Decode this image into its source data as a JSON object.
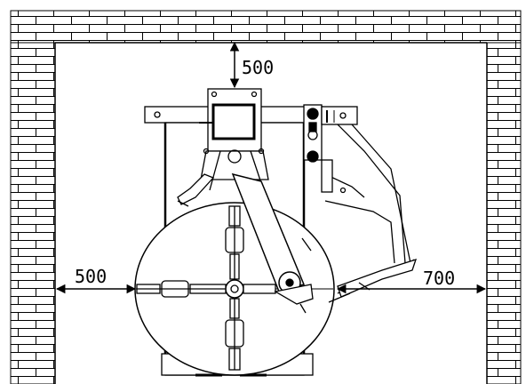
{
  "diagram": {
    "dimensions": {
      "top": "500",
      "left": "500",
      "right": "700"
    },
    "colors": {
      "line": "#000000",
      "background": "#ffffff"
    }
  }
}
